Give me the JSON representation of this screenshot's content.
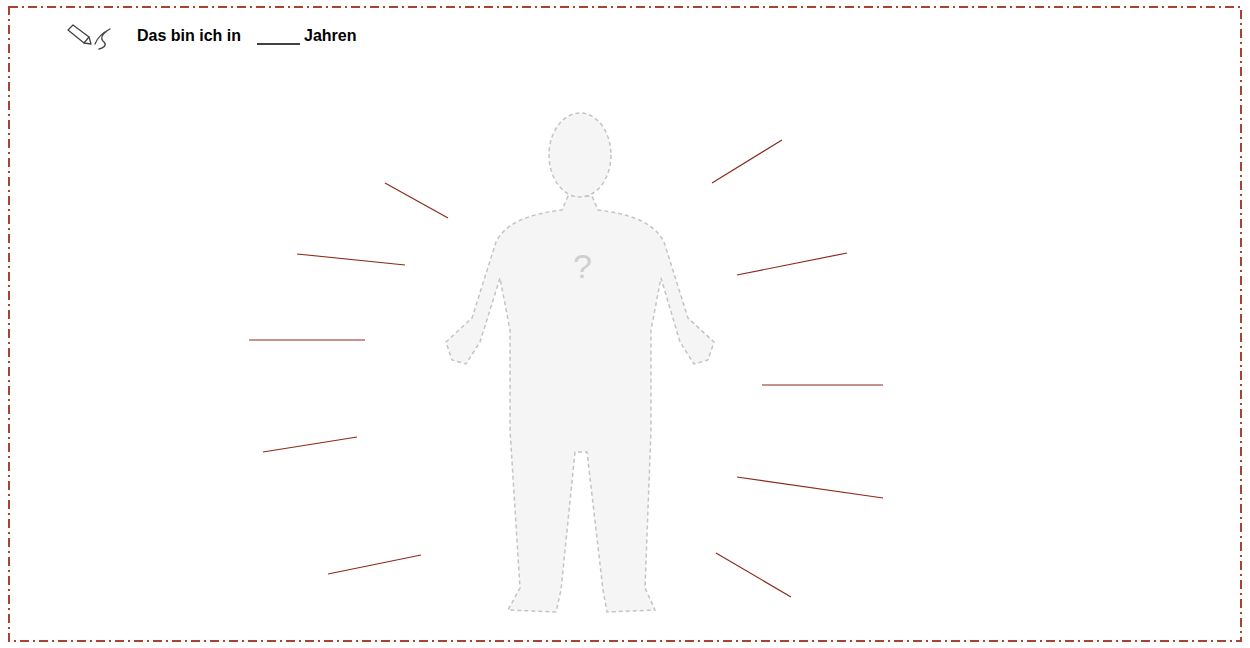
{
  "diagram": {
    "labels": [
      "Das bin ich in",
      "Jahren",
      "?"
    ]
  }
}
